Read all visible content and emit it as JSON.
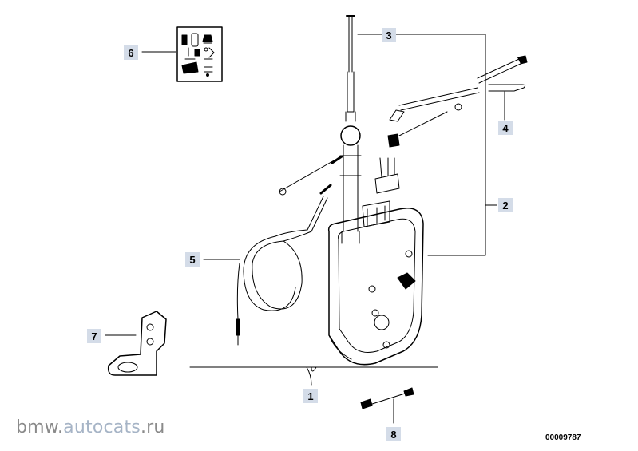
{
  "parts": [
    {
      "number": "1",
      "label": "1"
    },
    {
      "number": "2",
      "label": "2"
    },
    {
      "number": "3",
      "label": "3"
    },
    {
      "number": "4",
      "label": "4"
    },
    {
      "number": "5",
      "label": "5"
    },
    {
      "number": "6",
      "label": "6"
    },
    {
      "number": "7",
      "label": "7"
    },
    {
      "number": "8",
      "label": "8"
    }
  ],
  "watermark": {
    "prefix": "bmw.",
    "accent": "autocats",
    "suffix": ".ru"
  },
  "doc_number": "00009787",
  "colors": {
    "callout_bg": "#d4dce8",
    "line": "#000000",
    "watermark": "#8a8a8a"
  }
}
